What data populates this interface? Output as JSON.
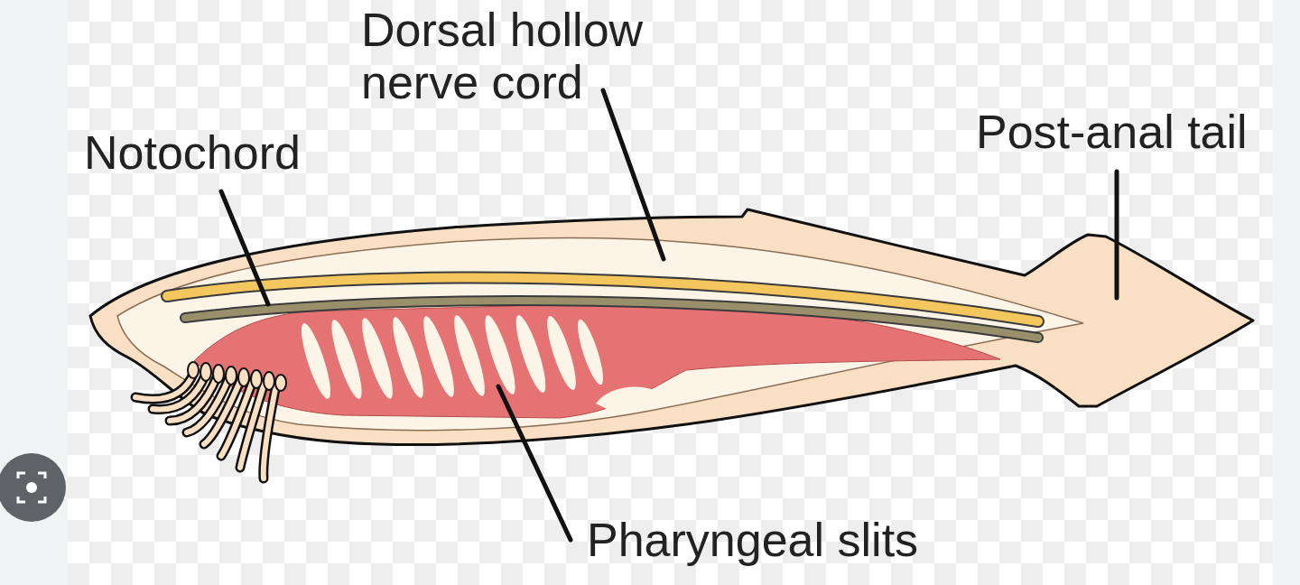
{
  "diagram": {
    "labels": [
      "Dorsal hollow nerve cord",
      "Notochord",
      "Post-anal tail",
      "Pharyngeal slits"
    ]
  }
}
